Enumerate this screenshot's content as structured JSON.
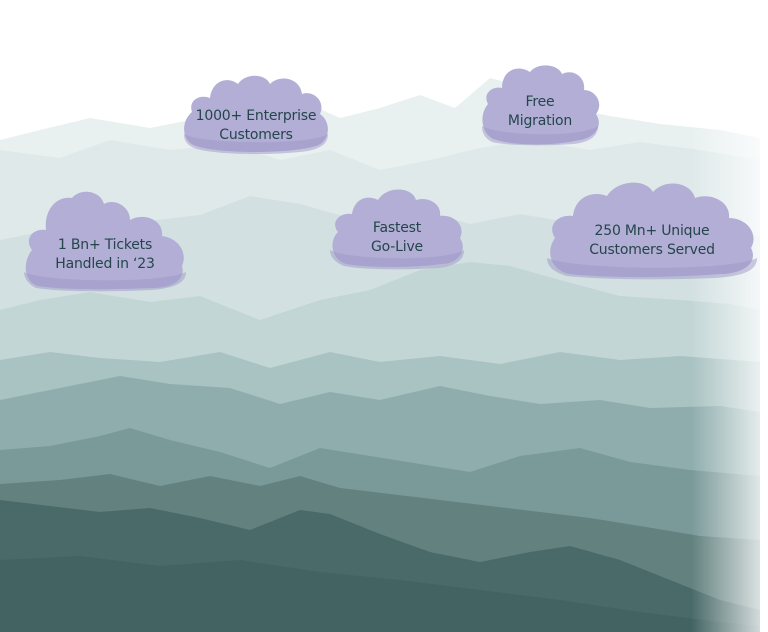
{
  "colors": {
    "cloud_fill": "#b3aed6",
    "cloud_shadow": "#9d97c6",
    "label_text": "#24464a",
    "mountain_far": "#e6eeef",
    "mountain_mid": "#b8cdcd",
    "mountain_near": "#4d706f"
  },
  "clouds": [
    {
      "line1": "1000+ Enterprise",
      "line2": "Customers"
    },
    {
      "line1": "Free",
      "line2": "Migration"
    },
    {
      "line1": "1 Bn+ Tickets",
      "line2": "Handled in ‘23"
    },
    {
      "line1": "Fastest",
      "line2": "Go-Live"
    },
    {
      "line1": "250 Mn+ Unique",
      "line2": "Customers Served"
    }
  ]
}
